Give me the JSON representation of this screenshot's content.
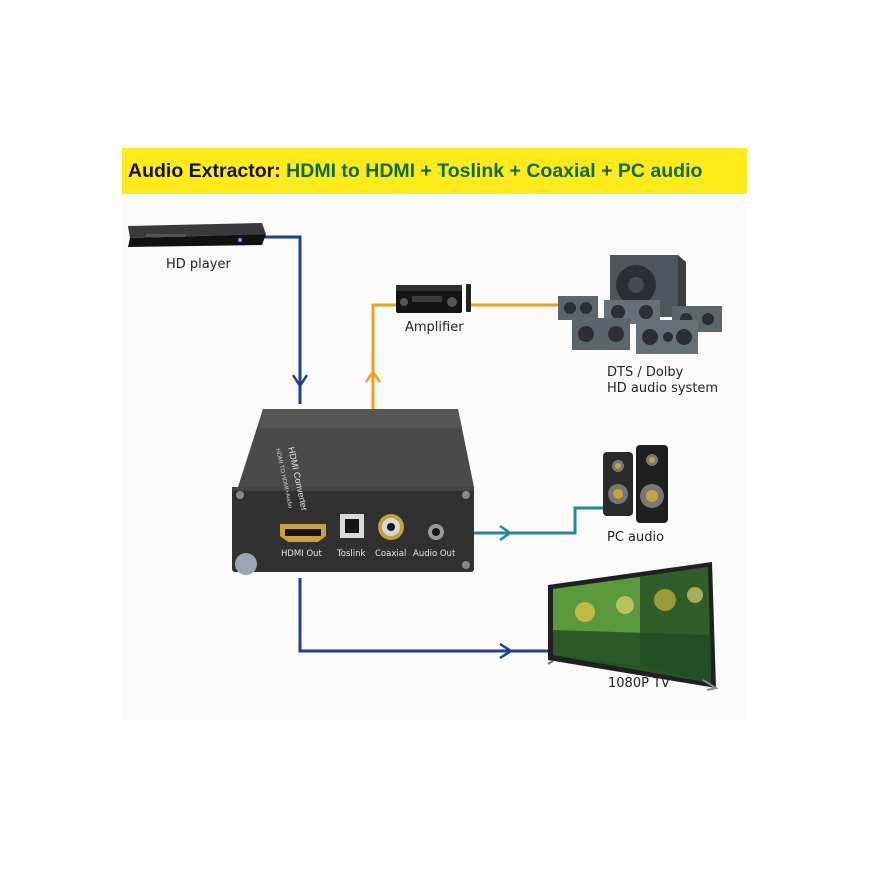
{
  "title": {
    "lead": "Audio Extractor:",
    "rest": " HDMI to HDMI + Toslink + Coaxial + PC audio"
  },
  "devices": {
    "hd_player": "HD player",
    "amplifier": "Amplifier",
    "audio_system_line1": "DTS / Dolby",
    "audio_system_line2": "HD audio system",
    "pc_audio": "PC audio",
    "tv": "1080P TV"
  },
  "converter": {
    "brand": "HDMI Converter",
    "subtitle": "HDMI TO HDMI+Audio",
    "ports": {
      "hdmi_out": "HDMI Out",
      "toslink": "Toslink",
      "coaxial": "Coaxial",
      "audio_out": "Audio Out"
    }
  },
  "colors": {
    "banner_bg": "#ffeb1a",
    "banner_text": "#0d6b2b",
    "hdmi_line": "#1d3f9a",
    "audio_line": "#e8a21c",
    "pc_line": "#1f8a9a"
  }
}
